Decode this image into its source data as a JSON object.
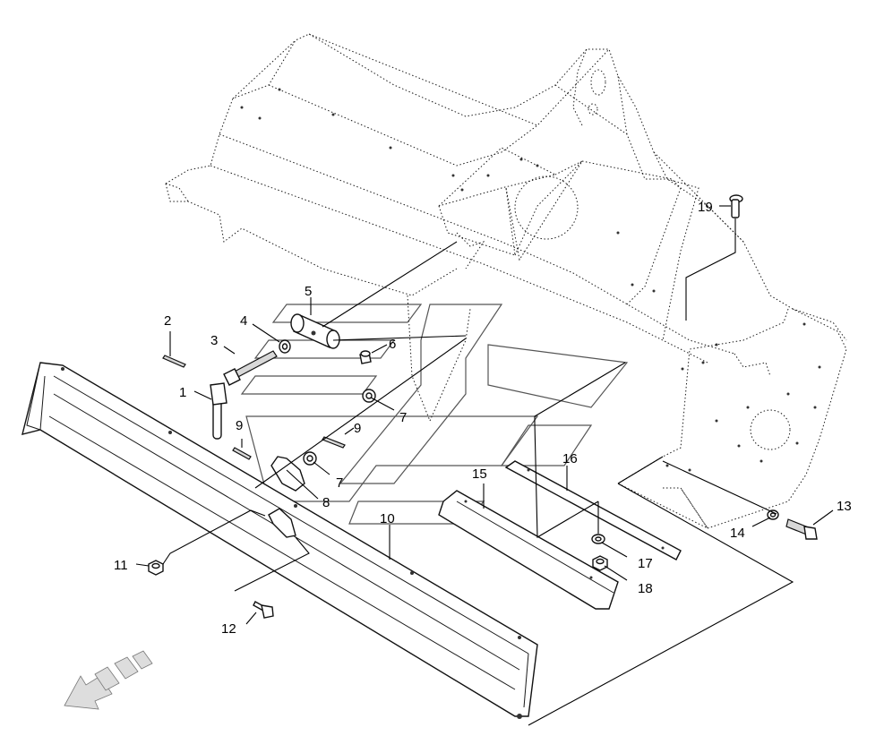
{
  "diagram": {
    "callouts": [
      {
        "id": "c1",
        "label": "1"
      },
      {
        "id": "c2",
        "label": "2"
      },
      {
        "id": "c3",
        "label": "3"
      },
      {
        "id": "c4",
        "label": "4"
      },
      {
        "id": "c5",
        "label": "5"
      },
      {
        "id": "c6",
        "label": "6"
      },
      {
        "id": "c7a",
        "label": "7"
      },
      {
        "id": "c7b",
        "label": "7"
      },
      {
        "id": "c8",
        "label": "8"
      },
      {
        "id": "c9a",
        "label": "9"
      },
      {
        "id": "c9b",
        "label": "9"
      },
      {
        "id": "c10",
        "label": "10"
      },
      {
        "id": "c11",
        "label": "11"
      },
      {
        "id": "c12",
        "label": "12"
      },
      {
        "id": "c13",
        "label": "13"
      },
      {
        "id": "c14",
        "label": "14"
      },
      {
        "id": "c15",
        "label": "15"
      },
      {
        "id": "c16",
        "label": "16"
      },
      {
        "id": "c17",
        "label": "17"
      },
      {
        "id": "c18",
        "label": "18"
      },
      {
        "id": "c19",
        "label": "19"
      }
    ]
  }
}
